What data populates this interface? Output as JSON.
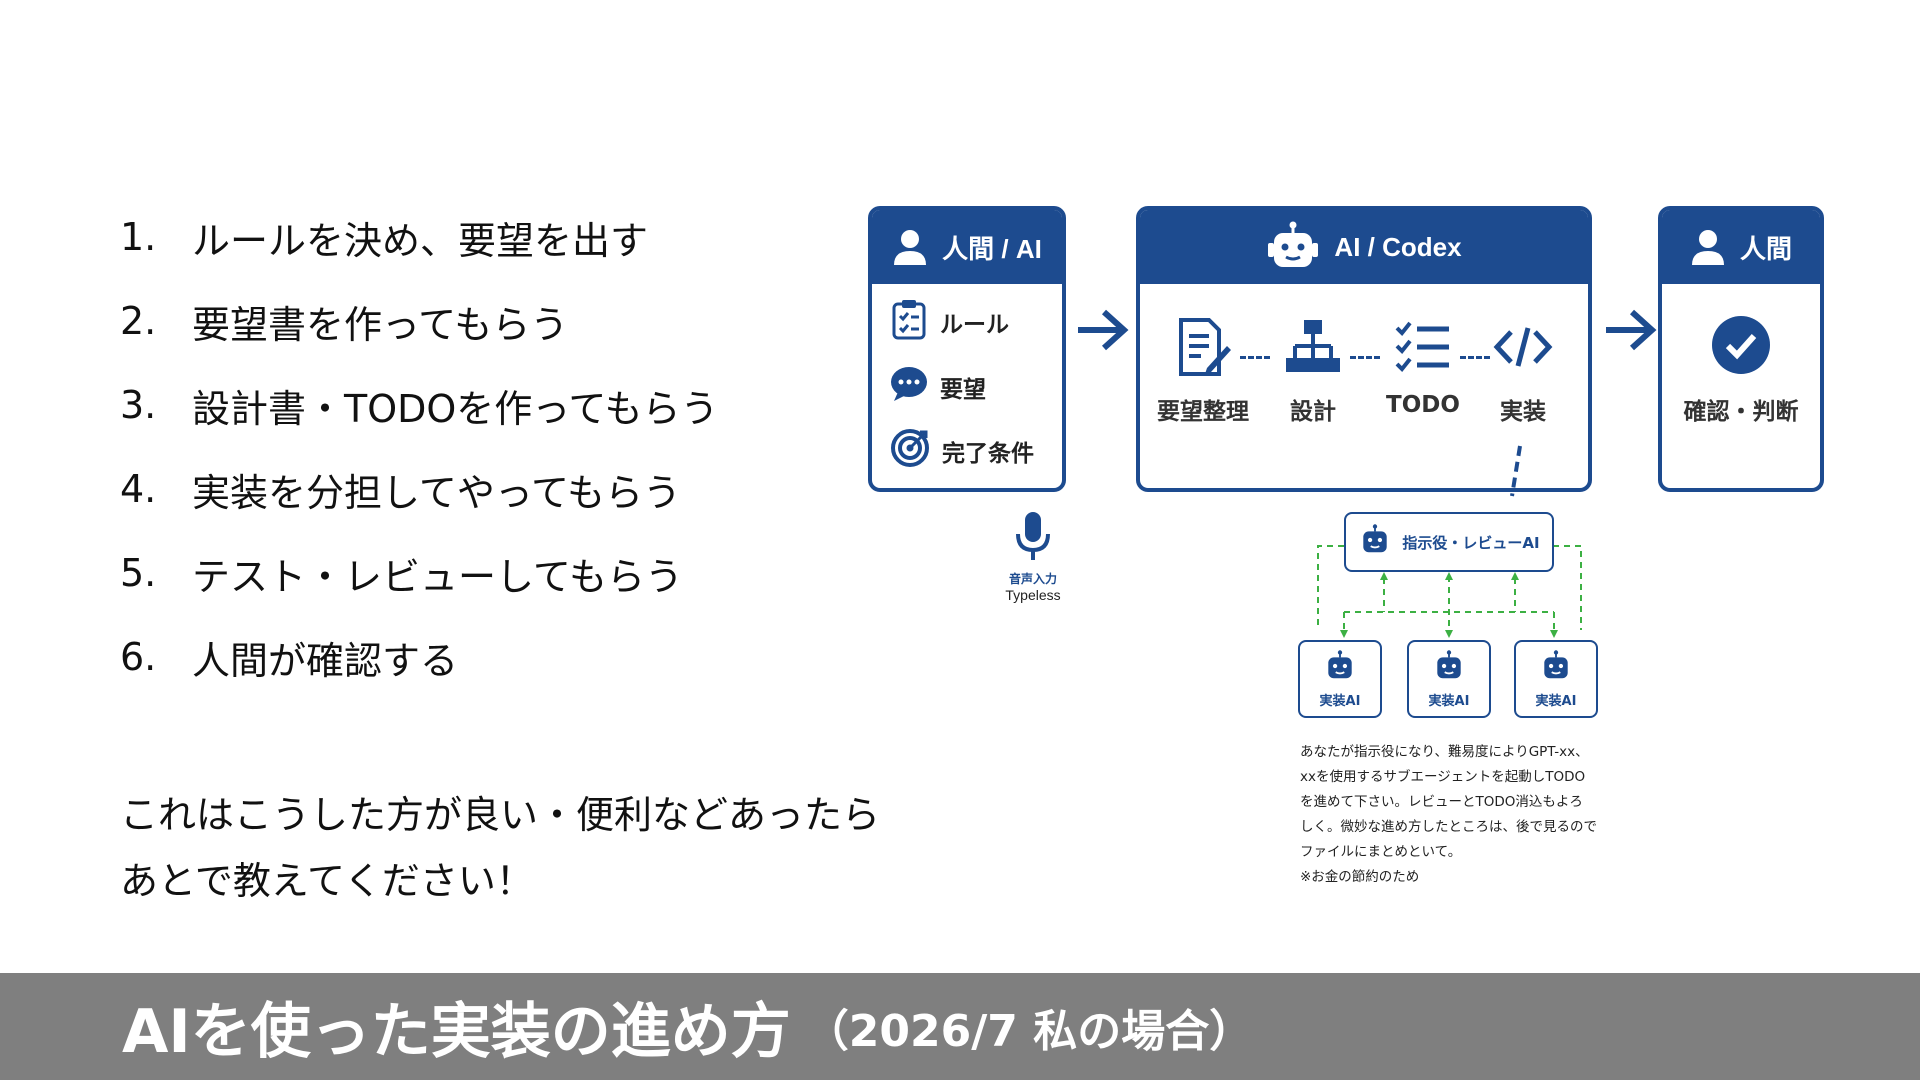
{
  "steps": [
    {
      "num": "1.",
      "text": "ルールを決め、要望を出す"
    },
    {
      "num": "2.",
      "text": "要望書を作ってもらう"
    },
    {
      "num": "3.",
      "text": "設計書・TODOを作ってもらう"
    },
    {
      "num": "4.",
      "text": "実装を分担してやってもらう"
    },
    {
      "num": "5.",
      "text": "テスト・レビューしてもらう"
    },
    {
      "num": "6.",
      "text": "人間が確認する"
    }
  ],
  "note": {
    "line1": "これはこうした方が良い・便利などあったら",
    "line2": "あとで教えてください！"
  },
  "diagram": {
    "left_box": {
      "title": "人間 / AI",
      "items": [
        "ルール",
        "要望",
        "完了条件"
      ]
    },
    "center_box": {
      "title": "AI / Codex",
      "steps": [
        "要望整理",
        "設計",
        "TODO",
        "実装"
      ]
    },
    "right_box": {
      "title": "人間",
      "label": "確認・判断"
    },
    "voice": {
      "label": "音声入力",
      "tool": "Typeless"
    },
    "director": "指示役・レビューAI",
    "implementers": [
      "実装AI",
      "実装AI",
      "実装AI"
    ],
    "prompt": [
      "あなたが指示役になり、難易度によりGPT-xx、",
      "xxを使用するサブエージェントを起動しTODO",
      "を進めて下さい。レビューとTODO消込もよろ",
      "しく。微妙な進め方したところは、後で見るので",
      "ファイルにまとめといて。",
      "※お金の節約のため"
    ],
    "accent_color": "#1d4b8f",
    "link_color": "#3cb043"
  },
  "footer": {
    "title": "AIを使った実装の進め方",
    "subtitle": "（2026/7 私の場合）"
  }
}
